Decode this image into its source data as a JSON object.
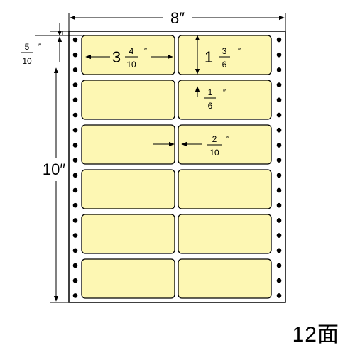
{
  "sheet": {
    "width_label": "8″",
    "height_label": "10″",
    "top_margin": {
      "numerator": "5",
      "denominator": "10",
      "unit": "″"
    },
    "label_count": "12面"
  },
  "labels": {
    "columns": 2,
    "rows": 6,
    "fill_color": "#fdf7b3",
    "stroke_color": "#000000",
    "width": {
      "whole": "3",
      "numerator": "4",
      "denominator": "10",
      "unit": "″"
    },
    "height": {
      "whole": "1",
      "numerator": "3",
      "denominator": "6",
      "unit": "″"
    },
    "row_gap": {
      "numerator": "1",
      "denominator": "6",
      "unit": "″"
    },
    "column_gap": {
      "numerator": "2",
      "denominator": "10",
      "unit": "″"
    }
  },
  "feed_holes": {
    "per_side": 18,
    "color": "#000000"
  }
}
